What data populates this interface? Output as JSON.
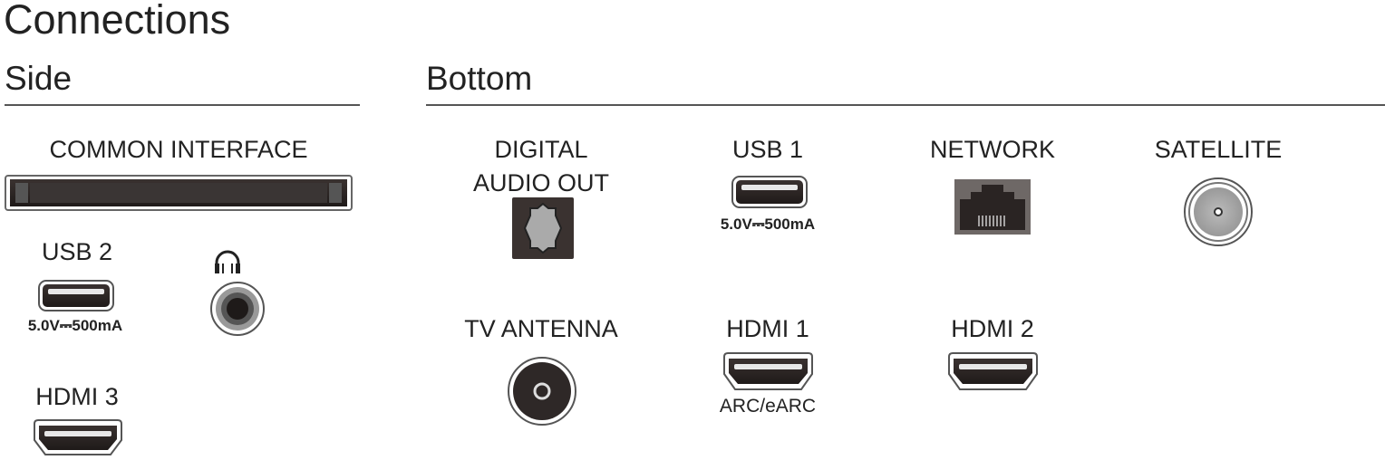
{
  "title": "Connections",
  "side": {
    "heading": "Side",
    "common_interface": "COMMON INTERFACE",
    "usb2": {
      "label": "USB 2",
      "spec": "5.0V⎓500mA"
    },
    "headphone": {
      "icon": "headphone-icon"
    },
    "hdmi3": {
      "label": "HDMI 3"
    }
  },
  "bottom": {
    "heading": "Bottom",
    "digital_audio_out": {
      "label_line1": "DIGITAL",
      "label_line2": "AUDIO OUT"
    },
    "usb1": {
      "label": "USB 1",
      "spec": "5.0V⎓500mA"
    },
    "network": {
      "label": "NETWORK"
    },
    "satellite": {
      "label": "SATELLITE"
    },
    "tv_antenna": {
      "label": "TV ANTENNA"
    },
    "hdmi1": {
      "label": "HDMI 1",
      "note": "ARC/eARC"
    },
    "hdmi2": {
      "label": "HDMI 2"
    }
  }
}
